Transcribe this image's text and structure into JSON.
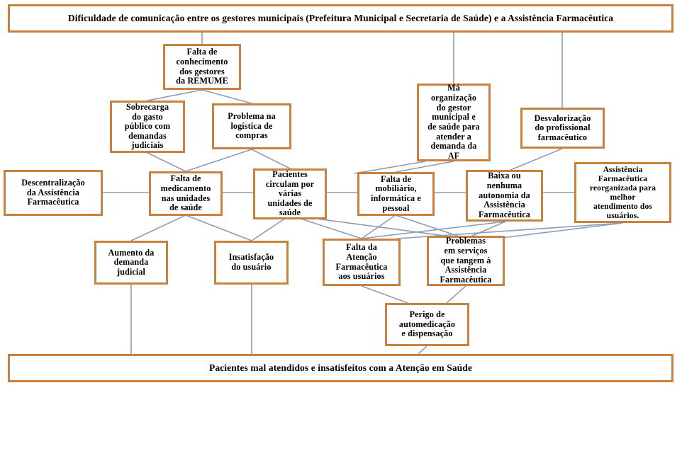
{
  "diagram": {
    "title_box": {
      "label": "Dificuldade de comunicação entre os gestores municipais (Prefeitura Municipal  e Secretaria de Saúde) e a Assistência Farmacêutica"
    },
    "bottom_box": {
      "label": "Pacientes mal atendidos e insatisfeitos com a Atenção em Saúde"
    },
    "nodes": [
      {
        "id": "falta-conhecimento-remume",
        "label": "Falta de\nconhecimento\ndos gestores\nda REMUME"
      },
      {
        "id": "sobrecarga-gasto-publico",
        "label": "Sobrecarga\ndo gasto\npúblico com\ndemandas\njudiciais"
      },
      {
        "id": "problema-logistica-compras",
        "label": "Problema na\nlogística de\ncompras"
      },
      {
        "id": "ma-organizacao-gestor",
        "label": "Má\norganização\ndo gestor\nmunicipal e\nde saúde para\natender a\ndemanda da\nAF"
      },
      {
        "id": "desvalorizacao-profissional",
        "label": "Desvalorização\ndo profissional\nfarmacêutico"
      },
      {
        "id": "descentralizacao-af",
        "label": "Descentralização\nda Assistência\nFarmacêutica"
      },
      {
        "id": "falta-medicamento-unidades",
        "label": "Falta de\nmedicamento\nnas unidades\nde saúde"
      },
      {
        "id": "pacientes-circulam",
        "label": "Pacientes\ncirculam por\nvárias\nunidades de\nsaúde"
      },
      {
        "id": "falta-mobiliario",
        "label": "Falta de\nmobiliário,\ninformática e\npessoal"
      },
      {
        "id": "baixa-autonomia-af",
        "label": "Baixa ou\nnenhuma\nautonomia da\nAssistência\nFarmacêutica"
      },
      {
        "id": "af-reorganizada",
        "label": "Assistência\nFarmacêutica\nreorganizada para\nmelhor\natendimento dos\nusuários."
      },
      {
        "id": "aumento-demanda-judicial",
        "label": "Aumento da\ndemanda\njudicial"
      },
      {
        "id": "insatisfacao-usuario",
        "label": "Insatisfação\ndo usuário"
      },
      {
        "id": "falta-atencao-farmaceutica",
        "label": "Falta da\nAtenção\nFarmacêutica\naos usuários"
      },
      {
        "id": "problemas-servicos-af",
        "label": "Problemas\nem serviços\nque tangem à\nAssistência\nFarmacêutica"
      },
      {
        "id": "perigo-automedicacao",
        "label": "Perigo de\nautomedicação\ne dispensação"
      }
    ],
    "colors": {
      "box_border": "#C8813F",
      "connector": "#8A9DB5",
      "background": "#FFFFFF",
      "text": "#000000"
    }
  }
}
